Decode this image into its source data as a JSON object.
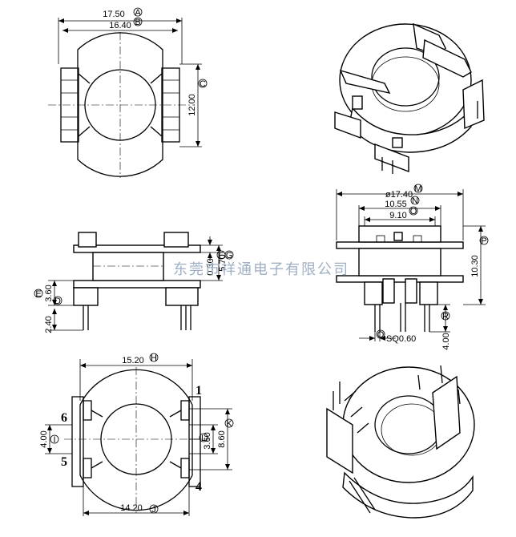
{
  "top_view": {
    "dim_a": "17.50",
    "mark_a": "A",
    "dim_b": "16.40",
    "mark_b": "B",
    "dim_c": "12.00",
    "mark_c": "C"
  },
  "side_view": {
    "dim_d": "3.60",
    "mark_d": "D",
    "dim_e": "2.40",
    "mark_e": "E",
    "dim_f": "0.30",
    "mark_f": "F",
    "dim_g": "5.70",
    "mark_g": "G"
  },
  "front_view": {
    "dim_m": "ø17.40",
    "mark_m": "M",
    "dim_n": "10.55",
    "mark_n": "N",
    "dim_o": "9.10",
    "mark_o": "O",
    "dim_p": "10.30",
    "mark_p": "P",
    "dim_q": "SQ0.60",
    "mark_q": "Q",
    "dim_r": "4.00",
    "mark_r": "R"
  },
  "bottom_view": {
    "dim_h": "15.20",
    "mark_h": "H",
    "dim_i": "4.00",
    "mark_i": "I",
    "dim_j": "14.20",
    "mark_j": "J",
    "dim_k": "8.60",
    "mark_k": "K",
    "dim_l": "3.60",
    "mark_l": "L",
    "pin_1": "1",
    "pin_4": "4",
    "pin_5": "5",
    "pin_6": "6"
  },
  "watermark": "东莞市祥通电子有限公司"
}
